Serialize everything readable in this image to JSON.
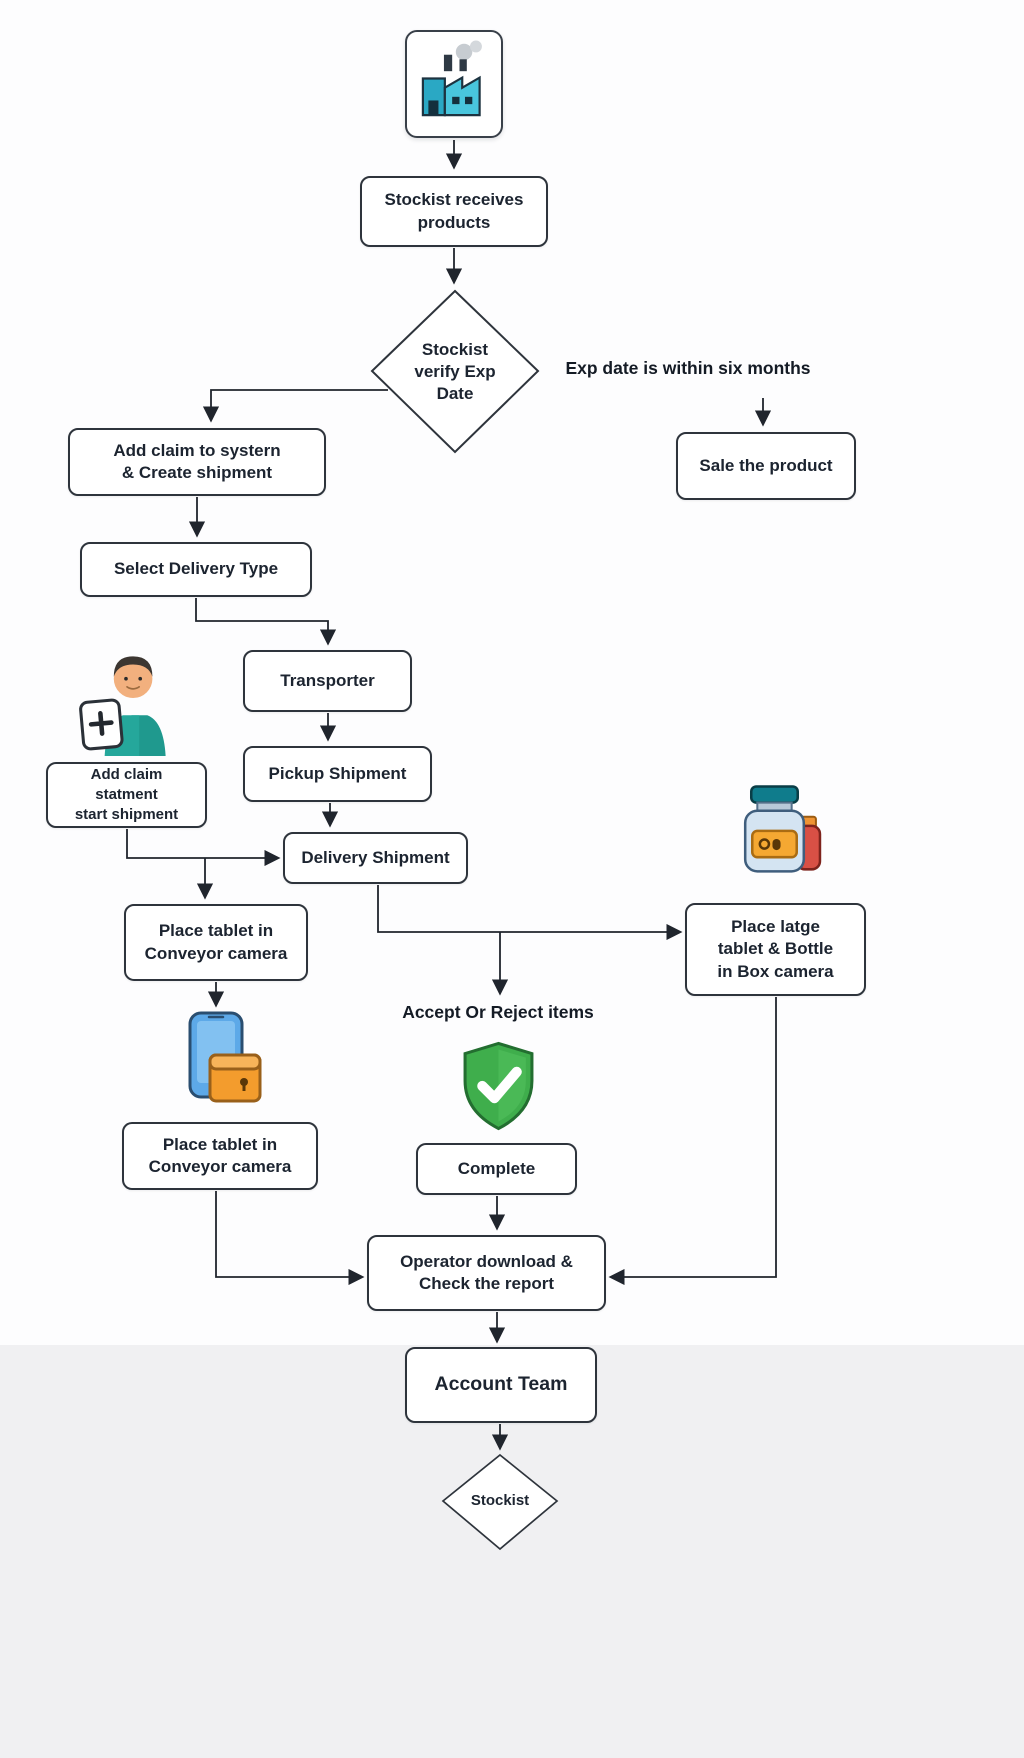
{
  "flowchart": {
    "nodes": {
      "stockist_receives": {
        "label": "Stockist receives\nproducts"
      },
      "verify_exp_date": {
        "label": "Stockist\nverify Exp\nDate"
      },
      "exp_within_six_months": {
        "label": "Exp date is within six months"
      },
      "sale_product": {
        "label": "Sale the product"
      },
      "add_claim_create_shipment": {
        "label": "Add claim to systern\n& Create shipment"
      },
      "select_delivery_type": {
        "label": "Select Delivery Type"
      },
      "transporter": {
        "label": "Transporter"
      },
      "add_claim_statement": {
        "label": "Add claim statment\nstart shipment"
      },
      "pickup_shipment": {
        "label": "Pickup Shipment"
      },
      "delivery_shipment": {
        "label": "Delivery Shipment"
      },
      "place_tablet_conveyor_1": {
        "label": "Place tablet in\nConveyor camera"
      },
      "place_large_tablet_bottle": {
        "label": "Place latge\ntablet & Bottle\nin Box camera"
      },
      "accept_or_reject": {
        "label": "Accept Or Reject items"
      },
      "place_tablet_conveyor_2": {
        "label": "Place tablet in\nConveyor camera"
      },
      "complete": {
        "label": "Complete"
      },
      "operator_download_report": {
        "label": "Operator download &\nCheck the report"
      },
      "account_team": {
        "label": "Account Team"
      },
      "stockist_end": {
        "label": "Stockist"
      }
    },
    "icons": {
      "factory": "factory-icon",
      "clerk": "clerk-add-claim-icon",
      "tablet_package": "tablet-package-icon",
      "medicine_jar": "medicine-jar-bottle-icon",
      "shield_check": "approved-shield-icon"
    },
    "colors": {
      "box_border": "#2e343c",
      "box_fill": "#ffffff",
      "text": "#1c2430",
      "arrow": "#20252d",
      "shield_green": "#3fae4c",
      "factory_teal": "#49c6dd",
      "package_orange": "#f39c2d",
      "phone_blue": "#5da9e8",
      "jar_lid_teal": "#0f7c8c",
      "bottle_red": "#d85045"
    }
  }
}
